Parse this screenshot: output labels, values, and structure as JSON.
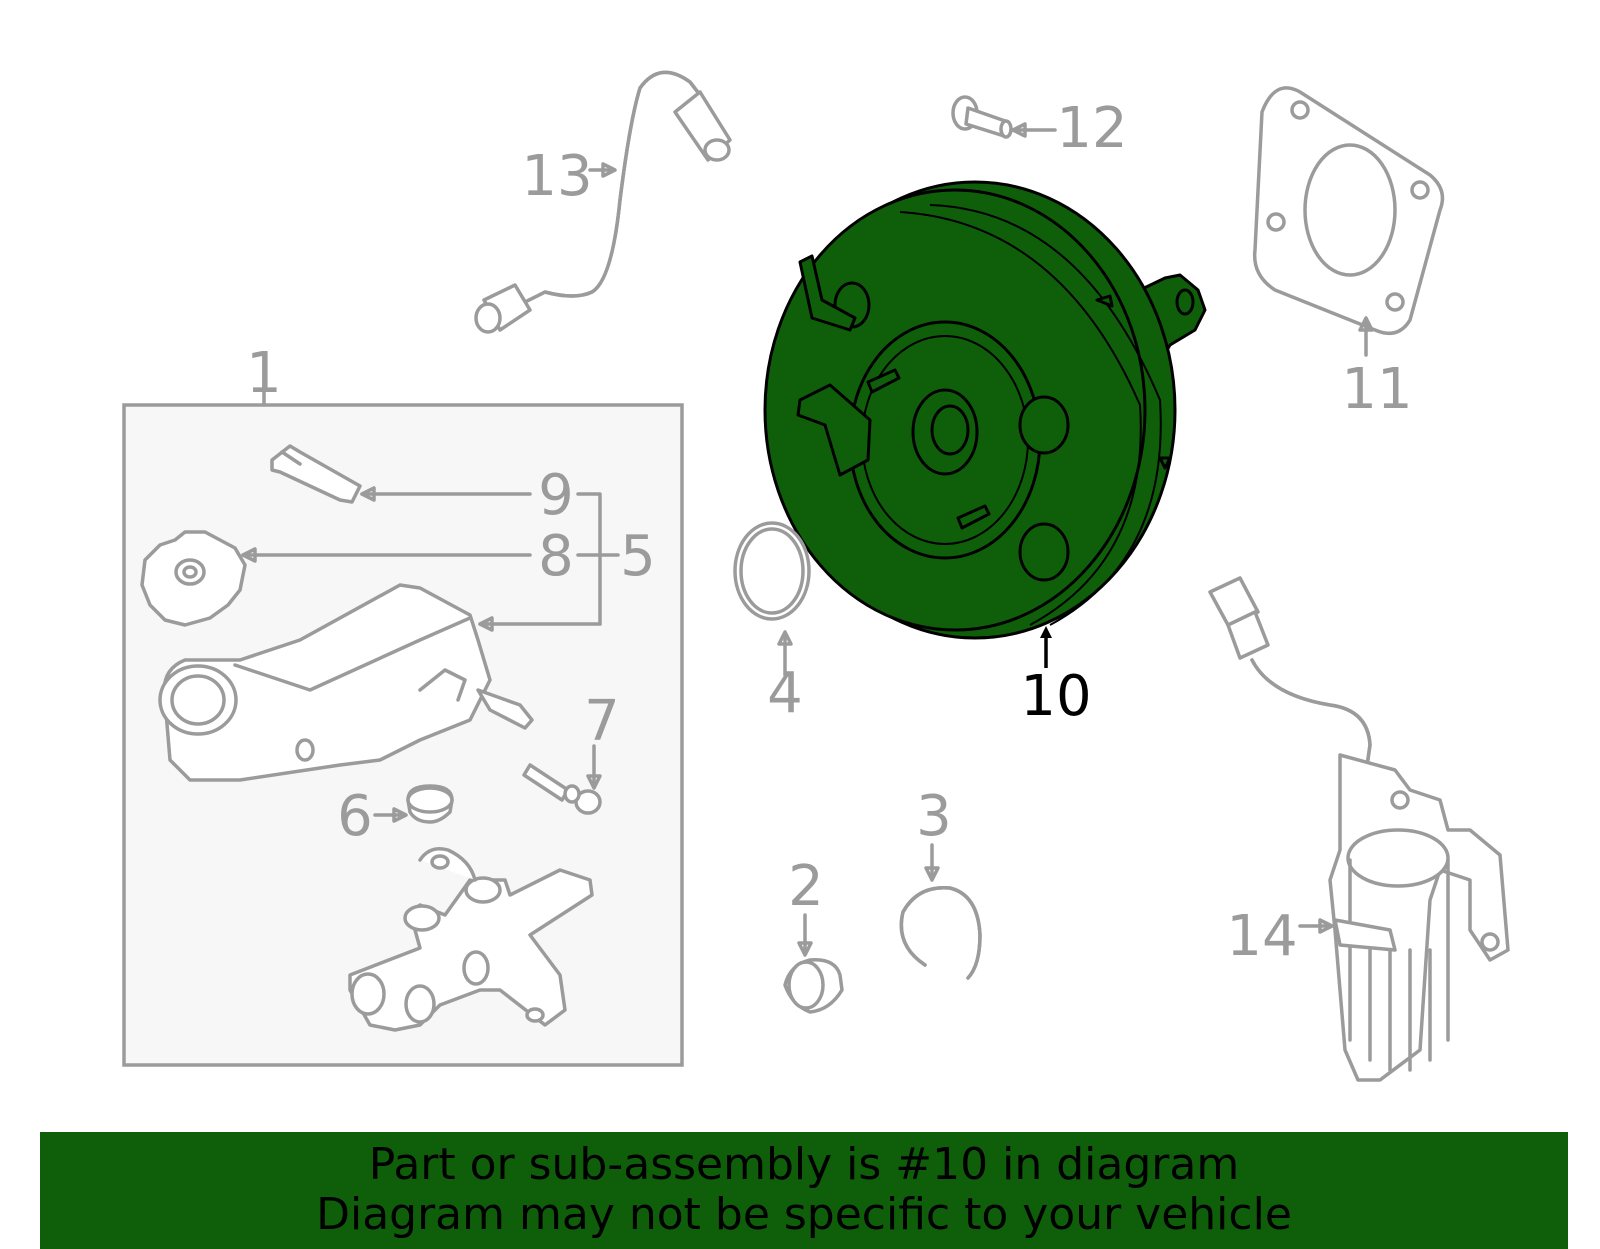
{
  "callouts": {
    "c1": "1",
    "c2": "2",
    "c3": "3",
    "c4": "4",
    "c5": "5",
    "c6": "6",
    "c7": "7",
    "c8": "8",
    "c9": "9",
    "c10": "10",
    "c11": "11",
    "c12": "12",
    "c13": "13",
    "c14": "14"
  },
  "highlight": {
    "part_number": "10",
    "color": "#0f5f0a"
  },
  "banner": {
    "line1": "Part or sub-assembly is #10 in diagram",
    "line2": "Diagram may not be specific to your vehicle",
    "background": "#0f5f0a"
  }
}
